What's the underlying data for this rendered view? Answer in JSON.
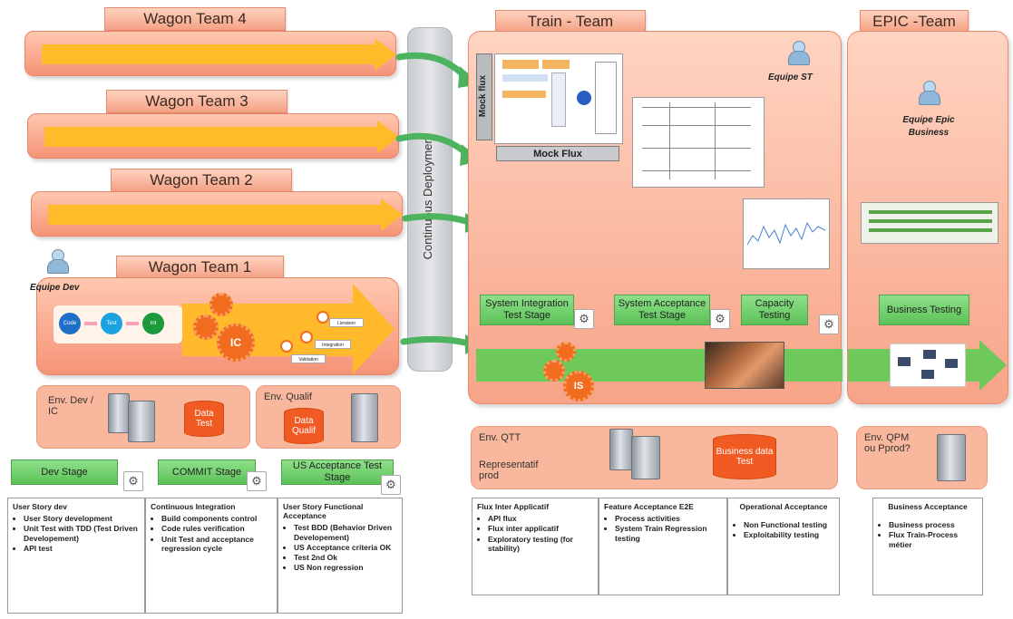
{
  "wagon_teams": [
    {
      "title": "Wagon Team 4"
    },
    {
      "title": "Wagon Team 3"
    },
    {
      "title": "Wagon Team 2"
    },
    {
      "title": "Wagon Team 1"
    }
  ],
  "continuous_deployment": "Continuous Deployment",
  "train_team": {
    "title": "Train - Team",
    "equipe": "Equipe ST",
    "mock_flux_vertical": "Mock flux",
    "mock_flux_label": "Mock Flux",
    "stages": [
      {
        "label": "System Integration Test Stage"
      },
      {
        "label": "System Acceptance Test Stage"
      },
      {
        "label": "Capacity Testing"
      }
    ],
    "gear_label": "IS"
  },
  "epic_team": {
    "title": "EPIC -Team",
    "equipe_line1": "Equipe Epic",
    "equipe_line2": "Business",
    "stage": "Business Testing"
  },
  "wagon1": {
    "equipe": "Equipe Dev",
    "steps": [
      "Code",
      "Test",
      "Int"
    ],
    "gear_label": "IC",
    "small_labels": [
      "Livraison",
      "Integration",
      "Validation"
    ]
  },
  "envs": {
    "dev": {
      "label": "Env. Dev / IC",
      "db": "Data Test"
    },
    "qualif": {
      "label": "Env. Qualif",
      "db": "Data Qualif"
    },
    "qtt": {
      "label": "Env. QTT",
      "sub": "Representatif prod",
      "db": "Business data Test"
    },
    "qpm": {
      "label": "Env. QPM ou Pprod?"
    }
  },
  "bottom_stages": [
    {
      "label": "Dev Stage"
    },
    {
      "label": "COMMIT Stage"
    },
    {
      "label": "US Acceptance Test Stage"
    }
  ],
  "boxes": {
    "user_story_dev": {
      "title": "User Story dev",
      "items": [
        "User Story development",
        "Unit Test with TDD (Test Driven Developement)",
        "API test"
      ]
    },
    "continuous_integration": {
      "title": "Continuous Integration",
      "items": [
        "Build components control",
        "Code rules verification",
        "Unit Test and acceptance regression cycle"
      ]
    },
    "us_functional": {
      "title": "User Story Functional Acceptance",
      "items": [
        "Test BDD (Behavior Driven Developement)",
        "US Acceptance criteria OK",
        "Test 2nd Ok",
        "US Non regression"
      ]
    },
    "flux_inter": {
      "title": "Flux Inter Applicatif",
      "items": [
        "API flux",
        "Flux inter applicatif",
        "Exploratory testing (for stability)"
      ]
    },
    "feature_acceptance": {
      "title": "Feature Acceptance E2E",
      "items": [
        "Process activities",
        "System Train Regression testing"
      ]
    },
    "operational": {
      "title": "Operational Acceptance",
      "items": [
        "Non Functional testing",
        "Exploitability testing"
      ]
    },
    "business_acceptance": {
      "title": "Business Acceptance",
      "items": [
        "Business process",
        "Flux Train-Process métier"
      ]
    }
  },
  "colors": {
    "lane": "#f59377",
    "arrow": "#ffbb2a",
    "stage_green": "#5cc157",
    "flow_green": "#6ec85a",
    "database": "#f15a22"
  }
}
